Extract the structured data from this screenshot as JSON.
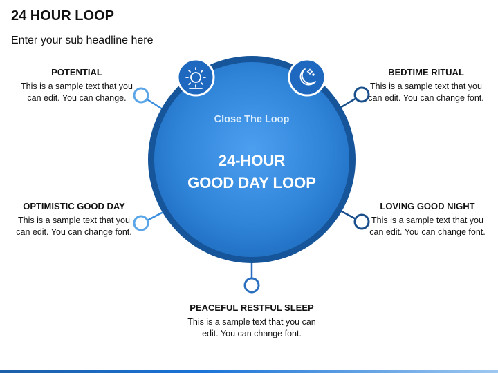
{
  "header": {
    "title": "24 HOUR LOOP",
    "subtitle": "Enter your sub headline here"
  },
  "center": {
    "tagline": "Close The Loop",
    "title_line1": "24-HOUR",
    "title_line2": "GOOD DAY LOOP"
  },
  "items": [
    {
      "heading": "POTENTIAL",
      "text": "This is a sample text that you can edit. You can change."
    },
    {
      "heading": "BEDTIME RITUAL",
      "text": "This is a sample text that you can edit. You can change font."
    },
    {
      "heading": "OPTIMISTIC GOOD DAY",
      "text": "This is a sample text that you can edit. You can change font."
    },
    {
      "heading": "LOVING GOOD NIGHT",
      "text": "This is a sample text that you can edit. You can change font."
    },
    {
      "heading": "PEACEFUL RESTFUL SLEEP",
      "text": "This is a sample text that you can edit. You can change font."
    }
  ],
  "icons": {
    "day": "sun-icon",
    "night": "moon-stars-icon"
  },
  "colors": {
    "ring_dark": "#17559a",
    "ring_light": "#3c8fe0",
    "node_light": "#5aa6e8",
    "node_dark": "#1a4f8c",
    "text": "#111111"
  }
}
